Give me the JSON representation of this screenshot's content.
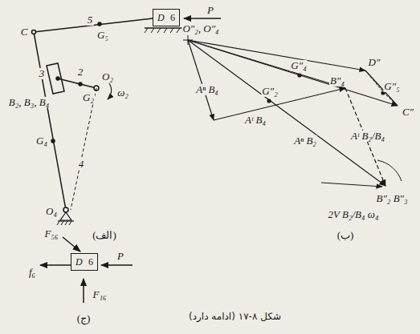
{
  "diagram": {
    "caption": "شکل ۸-۱۷ (ادامه دارد)",
    "nodes": [
      {
        "text": [
          "D",
          "6"
        ]
      },
      {
        "text": [
          "D",
          "6"
        ]
      }
    ],
    "labels": [
      "C",
      "5",
      "G₅",
      "P",
      "3",
      "2",
      "O₂",
      "ω₂",
      "B₂, B₃, B₄",
      "G₂",
      "G₄",
      "4",
      "O₄",
      "(الف)",
      "O″₂, O″₄",
      "G″₄",
      "D″",
      "G″₅",
      "C″",
      "Aⁿ B₄",
      "G″₂",
      "B″₄",
      "Aᵗ B₄",
      "Aᵗ B₂/B₄",
      "Aⁿ B₂",
      "B″₂ B″₃",
      "2V B₂/B₄ ω₄",
      "(ب)",
      "F₅₆",
      "f₆",
      "P",
      "F₁₆",
      "(ج)"
    ]
  }
}
